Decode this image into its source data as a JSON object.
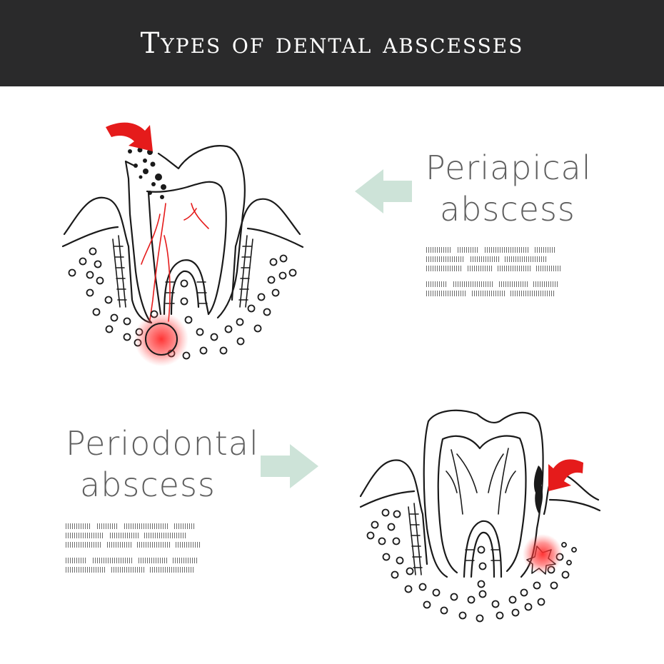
{
  "header": {
    "title": "Types of dental abscesses"
  },
  "panels": {
    "periapical": {
      "label_line1": "Periapical",
      "label_line2": "abscess"
    },
    "periodontal": {
      "label_line1": "Periodontal",
      "label_line2": "abscess"
    }
  },
  "colors": {
    "banner": "#2a2a2b",
    "arrow_mint": "#cde3d8",
    "infection_red": "#ff2a2a",
    "pointer_red": "#e51b1b",
    "line": "#1a1a1a"
  },
  "icons": {
    "pointer": "red-curved-arrow-icon",
    "direction": "mint-arrow-icon"
  }
}
